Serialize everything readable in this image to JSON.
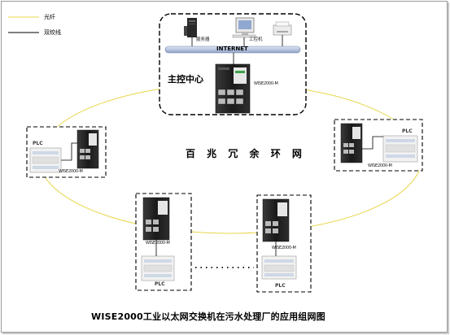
{
  "legend": {
    "fiber": {
      "label": "光纤",
      "color": "#e8d64a"
    },
    "twisted_pair": {
      "label": "双绞线",
      "color": "#000000"
    }
  },
  "control_center": {
    "title": "主控中心",
    "server_label": "服务器",
    "workstation_label": "工控机",
    "network_label": "INTERNET",
    "switch_model": "WISE2000-M"
  },
  "ring": {
    "title": "百 兆 冗 余 环 网",
    "color": "#e8d64a"
  },
  "nodes": {
    "left": {
      "model": "WISE2000-M",
      "plc": "PLC"
    },
    "right": {
      "model": "WISE2000-M",
      "plc": "PLC"
    },
    "bottom_left": {
      "model": "WISE2000-M",
      "plc": "PLC"
    },
    "bottom_right": {
      "model": "WISE2000-M",
      "plc": "PLC"
    }
  },
  "caption": "WISE2000工业以太网交换机在污水处理厂的应用组网图"
}
